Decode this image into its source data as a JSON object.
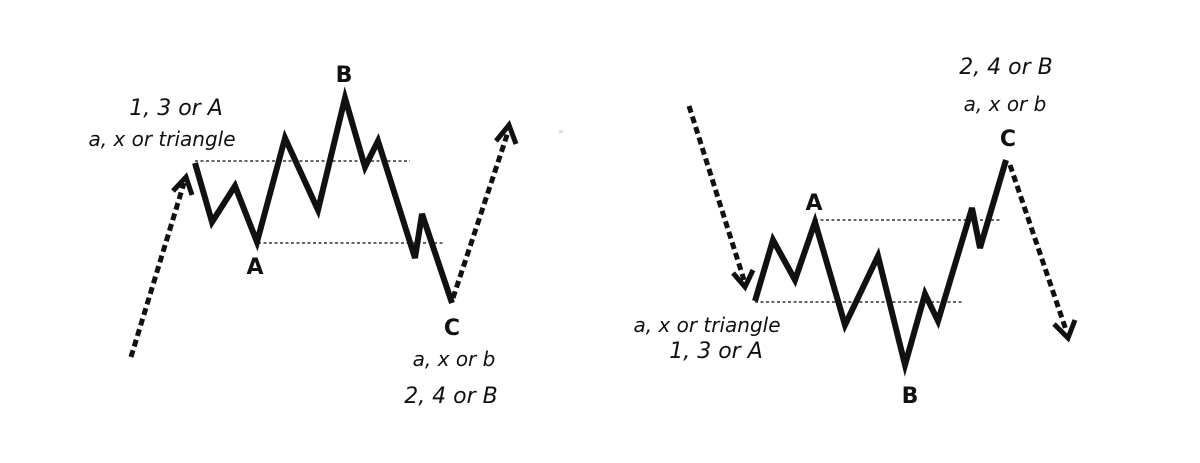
{
  "left_diagram": {
    "labels": {
      "start_line1": "1, 3 or A",
      "start_line2": "a, x or triangle",
      "point_a": "A",
      "point_b": "B",
      "point_c": "C",
      "end_line1": "a, x or b",
      "end_line2": "2, 4 or B"
    },
    "description": "Expanded flat correction after an up-trend, followed by up continuation"
  },
  "right_diagram": {
    "labels": {
      "start_line1": "a, x or triangle",
      "start_line2": "1, 3 or A",
      "point_a": "A",
      "point_b": "B",
      "point_c": "C",
      "end_line1": "2, 4 or B",
      "end_line2": "a, x or b"
    },
    "description": "Expanded flat correction after a down-trend, followed by down continuation"
  },
  "colors": {
    "line": "#111111",
    "guide": "#333333",
    "background": "#ffffff"
  }
}
